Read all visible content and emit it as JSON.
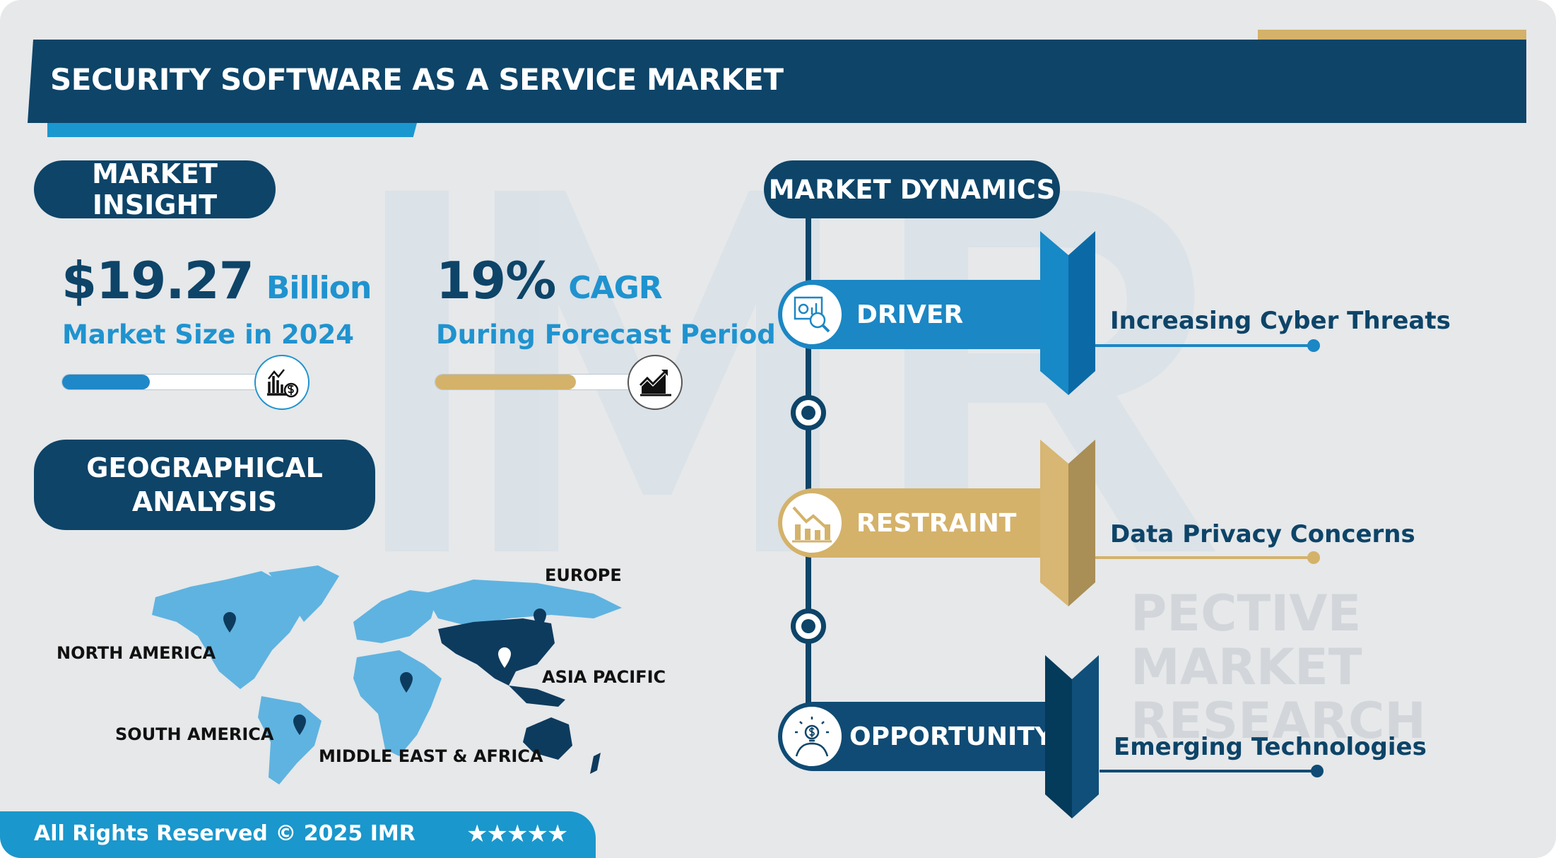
{
  "header": {
    "title": "SECURITY SOFTWARE AS A SERVICE MARKET"
  },
  "watermark": {
    "logo": "IMR",
    "text": "PECTIVE MARKET RESEARCH"
  },
  "insight": {
    "heading": "MARKET INSIGHT",
    "size_value": "$19.27",
    "size_unit": "Billion",
    "size_caption": "Market Size in 2024",
    "size_progress_pct": 43,
    "size_icon": "chart-dollar-icon",
    "cagr_value": "19%",
    "cagr_unit": "CAGR",
    "cagr_caption": "During Forecast Period",
    "cagr_progress_pct": 69,
    "cagr_icon": "growth-chart-icon"
  },
  "geo": {
    "heading_line1": "GEOGRAPHICAL",
    "heading_line2": "ANALYSIS",
    "regions": [
      "NORTH AMERICA",
      "SOUTH AMERICA",
      "EUROPE",
      "MIDDLE EAST & AFRICA",
      "ASIA PACIFIC"
    ],
    "highlighted": "ASIA PACIFIC"
  },
  "dynamics": {
    "heading": "MARKET DYNAMICS",
    "items": [
      {
        "label": "DRIVER",
        "text": "Increasing Cyber Threats",
        "color": "#1b87c4",
        "icon": "analytics-magnifier-icon"
      },
      {
        "label": "RESTRAINT",
        "text": "Data Privacy Concerns",
        "color": "#d4b26a",
        "icon": "declining-chart-icon"
      },
      {
        "label": "OPPORTUNITY",
        "text": "Emerging Technologies",
        "color": "#0f4b74",
        "icon": "idea-dollar-icon"
      }
    ]
  },
  "footer": {
    "text": "All Rights Reserved © 2025 IMR",
    "stars": "★★★★★",
    "rating": 5
  },
  "colors": {
    "navy": "#0d4468",
    "blue": "#1b87c4",
    "gold": "#d4b26a",
    "background": "#e6e8ea"
  }
}
